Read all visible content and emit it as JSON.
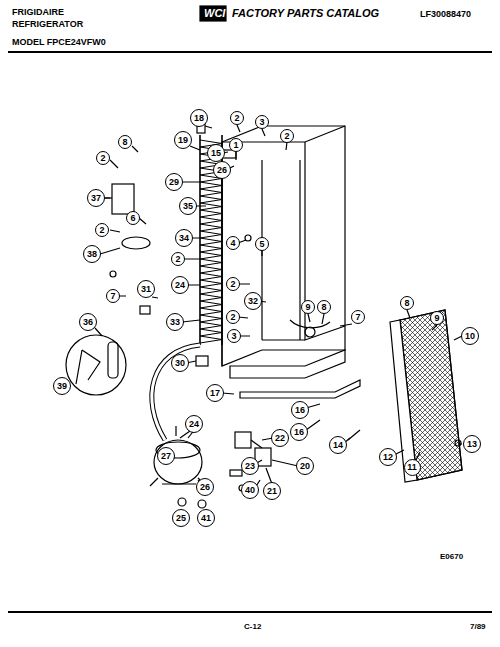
{
  "diagram": {
    "title": "FACTORY PARTS CATALOG",
    "labels": [
      "FRIGIDAIRE",
      "REFRIGERATOR",
      "WCI",
      "LF30088470",
      "MODEL FPCE24VFW0",
      "8",
      "2",
      "2",
      "3",
      "2",
      "18",
      "1",
      "19",
      "15",
      "26",
      "29",
      "37",
      "35",
      "6",
      "2",
      "34",
      "4",
      "5",
      "38",
      "2",
      "2",
      "24",
      "7",
      "31",
      "32",
      "2",
      "33",
      "3",
      "36",
      "39",
      "30",
      "9",
      "8",
      "7",
      "8",
      "9",
      "10",
      "17",
      "16",
      "16",
      "14",
      "13",
      "12",
      "11",
      "24",
      "27",
      "22",
      "23",
      "20",
      "40",
      "21",
      "26",
      "25",
      "41",
      "E0670",
      "C-12",
      "7/89"
    ]
  }
}
